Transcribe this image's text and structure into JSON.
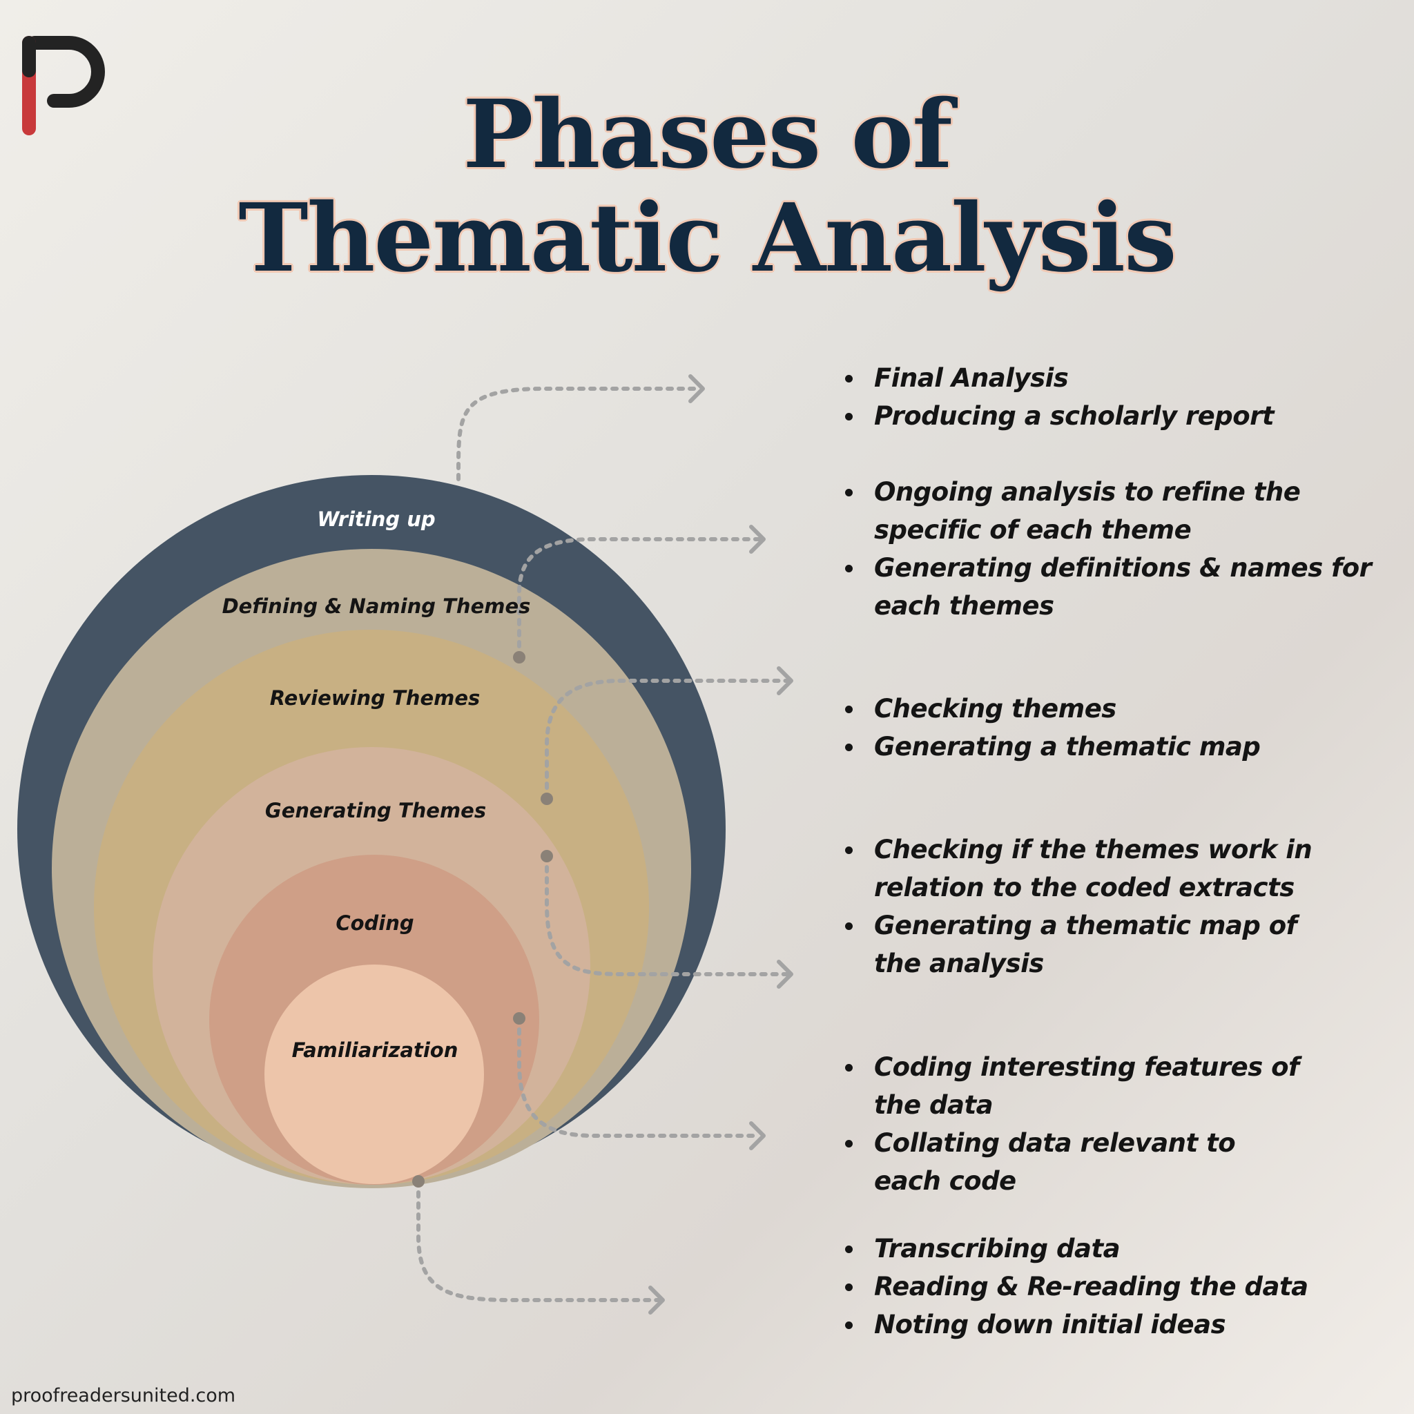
{
  "title": {
    "line1": "Phases of",
    "line2": "Thematic Analysis"
  },
  "colors": {
    "title": "#12293f",
    "title_outline": "#f1c9b4",
    "logo_dark": "#232323",
    "logo_red": "#c8393b",
    "ring_writing_up": "#455464",
    "ring_defining": "#bbaf98",
    "ring_reviewing": "#c8b083",
    "ring_generating": "#d2b39b",
    "ring_coding": "#cf9f87",
    "ring_familiarization": "#edc5aa",
    "connector": "#a3a3a3"
  },
  "phases": [
    {
      "label": "Writing up",
      "bullets": [
        "Final Analysis",
        "Producing a scholarly report"
      ]
    },
    {
      "label": "Defining & Naming Themes",
      "bullets": [
        "Ongoing analysis to refine the specific of each theme",
        "Generating definitions & names for each themes"
      ]
    },
    {
      "label": "Reviewing Themes",
      "bullets": [
        "Checking themes",
        "Generating a thematic map"
      ]
    },
    {
      "label": "Generating Themes",
      "bullets": [
        "Checking if the themes work in relation to the coded extracts",
        "Generating a thematic map of the analysis"
      ]
    },
    {
      "label": "Coding",
      "bullets": [
        "Coding interesting features of the data",
        "Collating data relevant to each code"
      ]
    },
    {
      "label": "Familiarization",
      "bullets": [
        "Transcribing data",
        "Reading & Re-reading the data",
        "Noting down initial ideas"
      ]
    }
  ],
  "footer": "proofreadersunited.com"
}
